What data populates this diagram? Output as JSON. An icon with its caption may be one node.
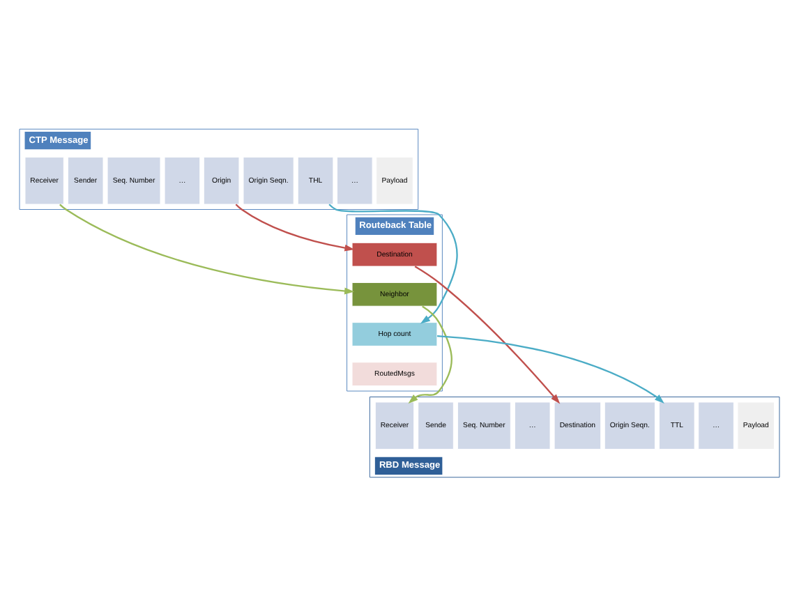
{
  "diagram": {
    "nodes": [
      {
        "text": [
          "CTP Message"
        ]
      },
      {
        "text": [
          "Receiver"
        ],
        "in": 0
      },
      {
        "text": [
          "Sender"
        ],
        "in": 0
      },
      {
        "text": [
          "Seq. Number"
        ],
        "in": 0
      },
      {
        "text": [
          "…"
        ],
        "in": 0
      },
      {
        "text": [
          "Origin"
        ],
        "in": 0
      },
      {
        "text": [
          "Origin Seqn."
        ],
        "in": 0
      },
      {
        "text": [
          "THL"
        ],
        "in": 0
      },
      {
        "text": [
          "…"
        ],
        "in": 0
      },
      {
        "text": [
          "Payload"
        ],
        "in": 0
      },
      {
        "text": [
          "Routeback Table"
        ]
      },
      {
        "text": [
          "Destination"
        ],
        "in": 10
      },
      {
        "text": [
          "Neighbor"
        ],
        "in": 10
      },
      {
        "text": [
          "Hop count"
        ],
        "in": 10
      },
      {
        "text": [
          "RoutedMsgs"
        ],
        "in": 10
      },
      {
        "text": [
          "RBD Message"
        ]
      },
      {
        "text": [
          "Receiver"
        ],
        "in": 15
      },
      {
        "text": [
          "Sende"
        ],
        "in": 15
      },
      {
        "text": [
          "Seq. Number"
        ],
        "in": 15
      },
      {
        "text": [
          "…"
        ],
        "in": 15
      },
      {
        "text": [
          "Destination"
        ],
        "in": 15
      },
      {
        "text": [
          "Origin Seqn."
        ],
        "in": 15
      },
      {
        "text": [
          "TTL"
        ],
        "in": 15
      },
      {
        "text": [
          "…"
        ],
        "in": 15
      },
      {
        "text": [
          "Payload"
        ],
        "in": 15
      }
    ],
    "edges": [
      {
        "from": 5,
        "to": 11,
        "arrow": "to",
        "color": "#c0504d"
      },
      {
        "from": 1,
        "to": 12,
        "arrow": "to",
        "color": "#9bbb59"
      },
      {
        "from": 7,
        "to": 13,
        "arrow": "to",
        "color": "#4bacc6"
      },
      {
        "from": 12,
        "to": 16,
        "arrow": "to",
        "color": "#9bbb59"
      },
      {
        "from": 11,
        "to": 20,
        "arrow": "to",
        "color": "#c0504d"
      },
      {
        "from": 13,
        "to": 22,
        "arrow": "to",
        "color": "#4bacc6"
      }
    ]
  }
}
